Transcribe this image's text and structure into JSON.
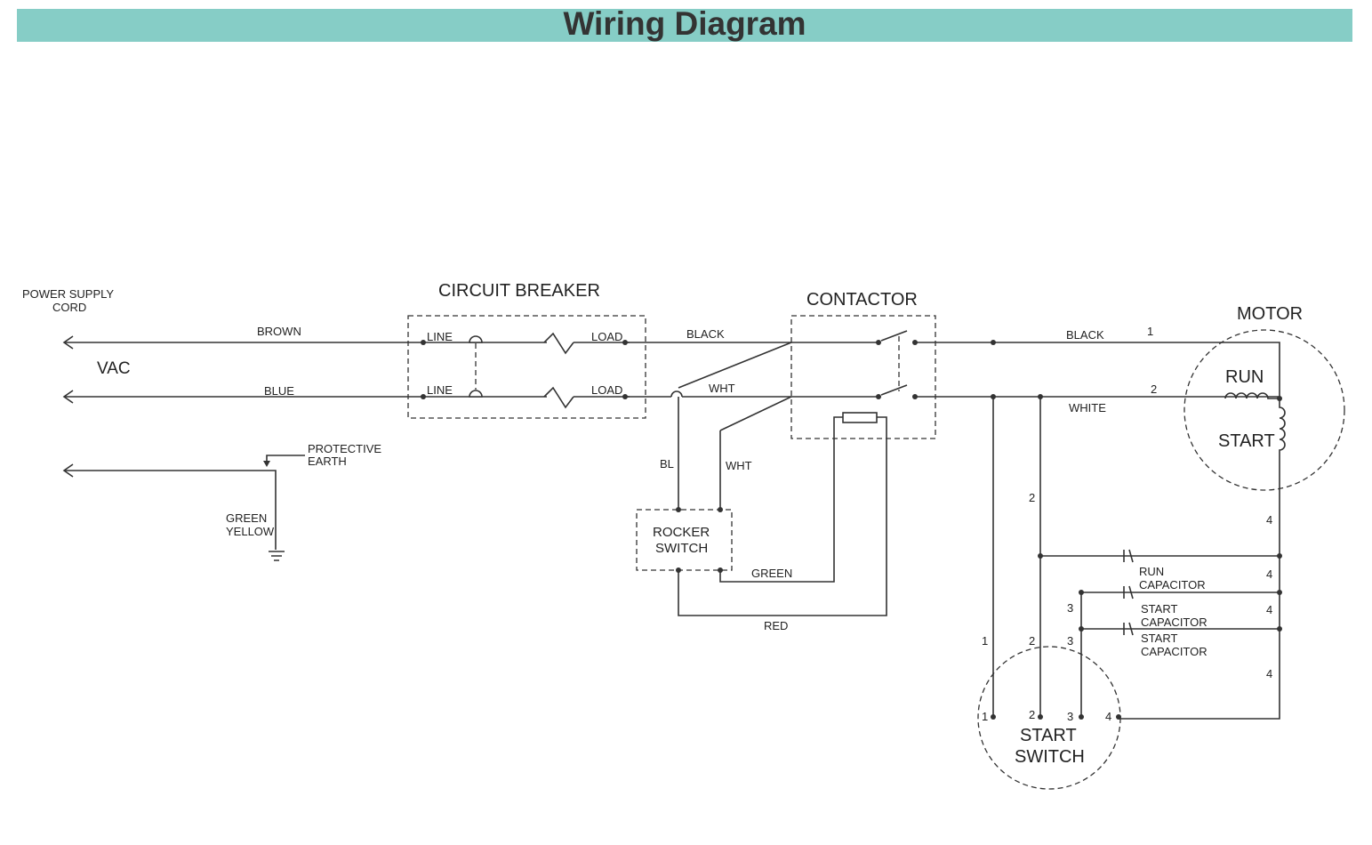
{
  "title": "Wiring Diagram",
  "labels": {
    "power_supply_line1": "POWER  SUPPLY",
    "power_supply_line2": "CORD",
    "vac": "VAC",
    "brown": "BROWN",
    "blue": "BLUE",
    "protective_line1": "PROTECTIVE",
    "protective_line2": "EARTH",
    "green_yellow_line1": "GREEN",
    "green_yellow_line2": "YELLOW",
    "circuit_breaker": "CIRCUIT  BREAKER",
    "line": "LINE",
    "load": "LOAD",
    "black": "BLACK",
    "wht": "WHT",
    "bl": "BL",
    "contactor": "CONTACTOR",
    "rocker_line1": "ROCKER",
    "rocker_line2": "SWITCH",
    "green": "GREEN",
    "red": "RED",
    "white": "WHITE",
    "motor": "MOTOR",
    "run": "RUN",
    "start": "START",
    "run_cap_line1": "RUN",
    "start_cap_line1": "START",
    "capacitor": "CAPACITOR",
    "start_switch_line1": "START",
    "start_switch_line2": "SWITCH",
    "n1": "1",
    "n2": "2",
    "n3": "3",
    "n4": "4"
  }
}
